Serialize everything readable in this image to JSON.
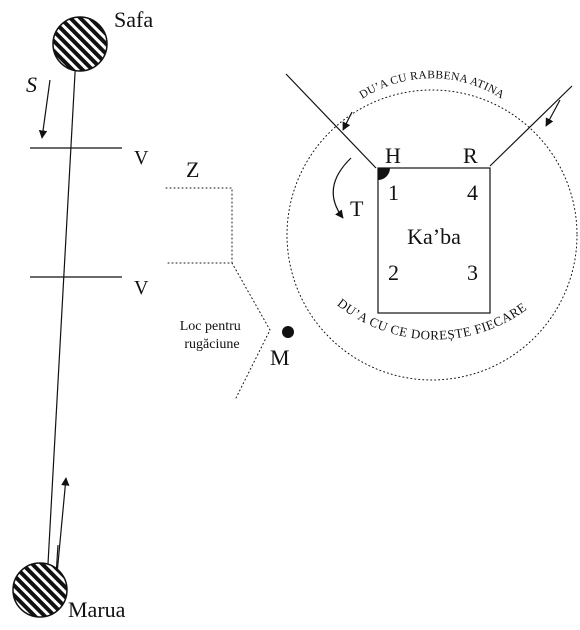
{
  "places": {
    "safa": "Safa",
    "marua": "Marua",
    "sa_i_marker": "S",
    "valley_1": "V",
    "valley_2": "V",
    "zone": "Z",
    "prayer_place": [
      "Loc pentru",
      "rugăciune"
    ],
    "maqam": "M"
  },
  "kaaba": {
    "name": "Ka’ba",
    "corner_h": "H",
    "corner_r": "R",
    "tawaf_marker": "T",
    "corners": [
      "1",
      "2",
      "3",
      "4"
    ]
  },
  "arc_texts": {
    "top": "DU’A CU RABBENA ATINA",
    "bottom": "DU’A CU CE DOREȘTE FIECARE"
  },
  "colors": {
    "ink": "#111111",
    "background": "#ffffff"
  }
}
